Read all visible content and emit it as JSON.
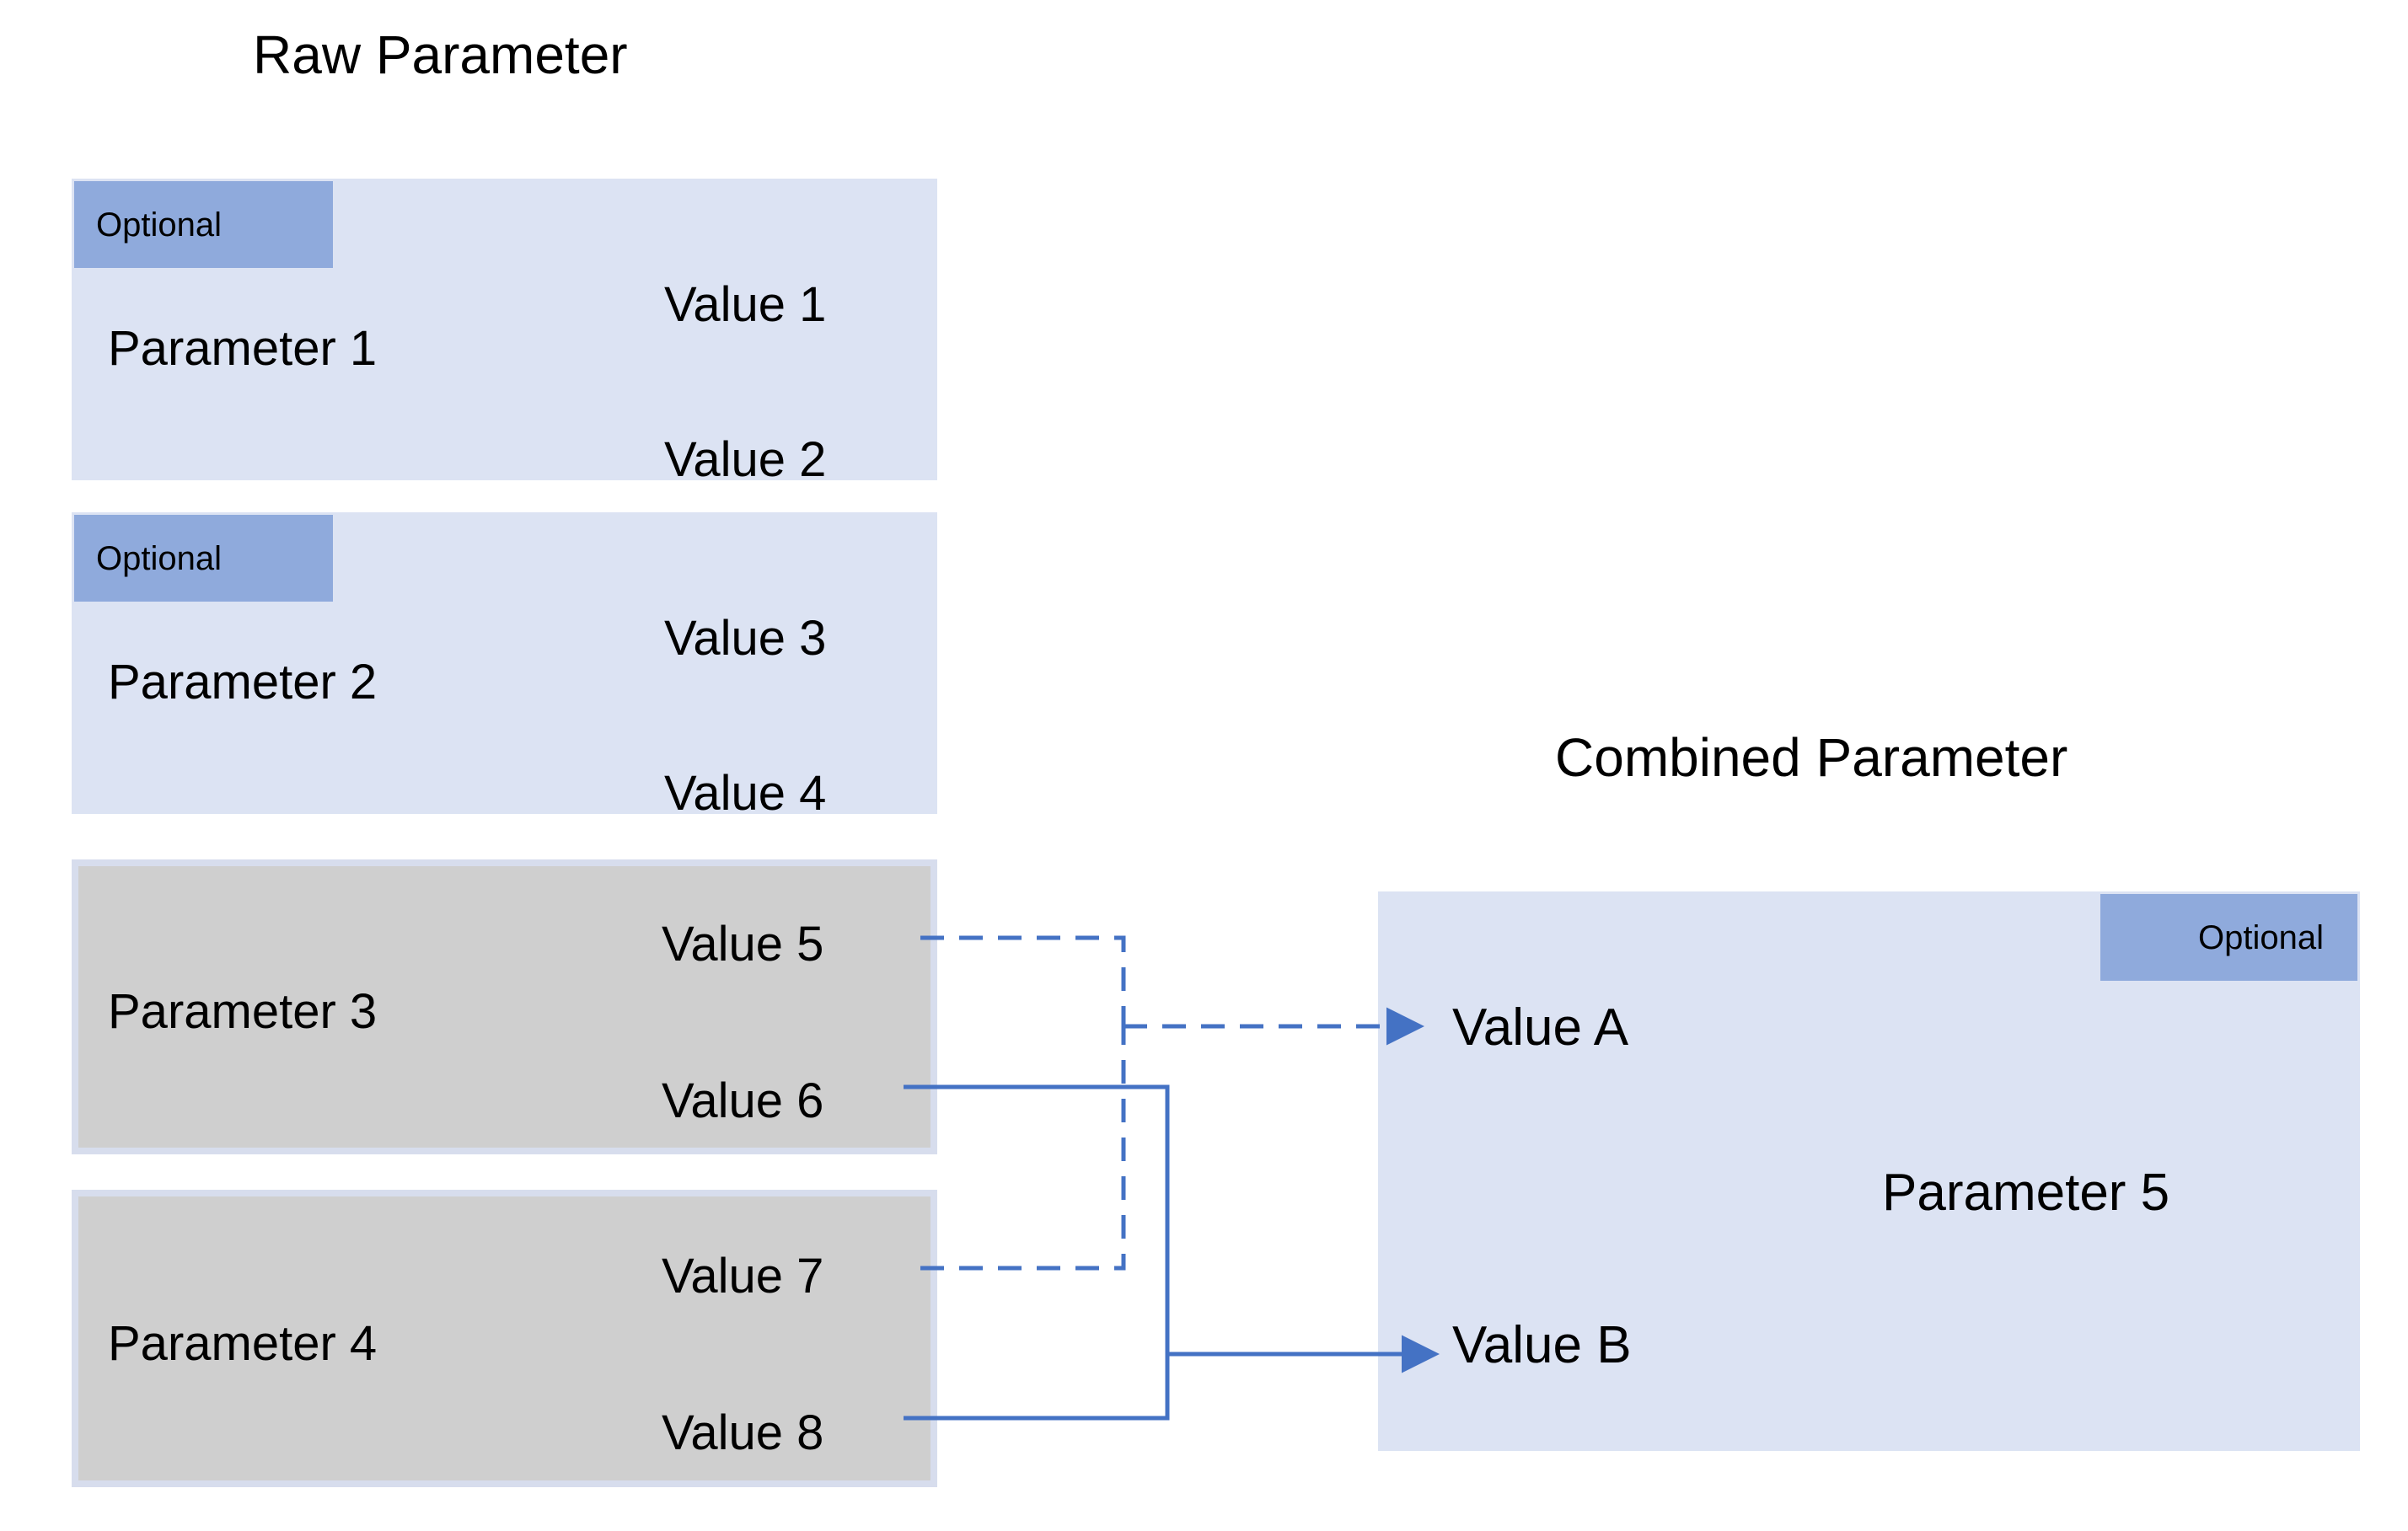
{
  "diagram": {
    "title_left": "Raw Parameter",
    "title_right": "Combined Parameter",
    "colors": {
      "box_blue": "#dce3f3",
      "box_gray": "#cfcfcf",
      "box_gray_border": "#d7dded",
      "optional_badge": "#8faadc",
      "connector": "#4472c4",
      "text": "#000000",
      "background": "#ffffff"
    }
  },
  "raw_parameters": [
    {
      "name": "Parameter 1",
      "optional": true,
      "optional_label": "Optional",
      "values": [
        "Value 1",
        "Value 2"
      ],
      "style": "blue"
    },
    {
      "name": "Parameter 2",
      "optional": true,
      "optional_label": "Optional",
      "values": [
        "Value 3",
        "Value 4"
      ],
      "style": "blue"
    },
    {
      "name": "Parameter 3",
      "optional": false,
      "optional_label": "",
      "values": [
        "Value 5",
        "Value 6"
      ],
      "style": "gray"
    },
    {
      "name": "Parameter 4",
      "optional": false,
      "optional_label": "",
      "values": [
        "Value 7",
        "Value 8"
      ],
      "style": "gray"
    }
  ],
  "combined_parameter": {
    "name": "Parameter 5",
    "optional": true,
    "optional_label": "Optional",
    "values": [
      "Value A",
      "Value B"
    ]
  },
  "connections": [
    {
      "from": "Value 5",
      "to": "Value A",
      "line": "dashed"
    },
    {
      "from": "Value 7",
      "to": "Value A",
      "line": "dashed"
    },
    {
      "from": "Value 6",
      "to": "Value B",
      "line": "solid"
    },
    {
      "from": "Value 8",
      "to": "Value B",
      "line": "solid"
    }
  ]
}
